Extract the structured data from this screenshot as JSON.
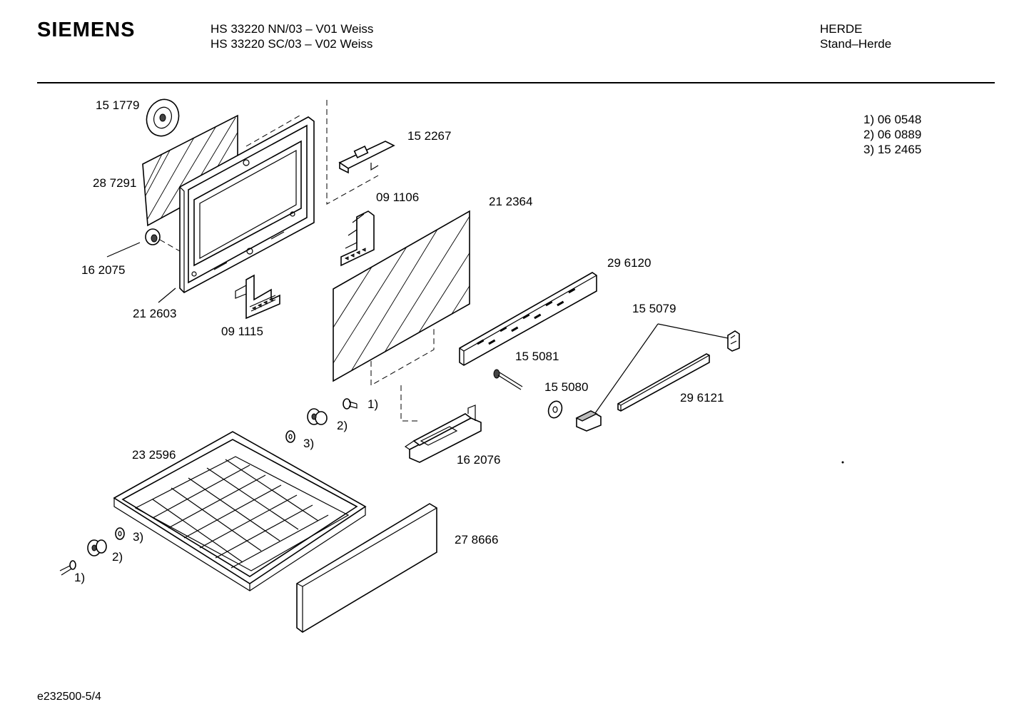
{
  "header": {
    "brand": "SIEMENS",
    "model_lines": [
      "HS 33220 NN/03 – V01 Weiss",
      "HS 33220 SC/03 – V02 Weiss"
    ],
    "category": "HERDE",
    "subcategory": "Stand–Herde"
  },
  "footnotes": [
    "1) 06 0548",
    "2) 06 0889",
    "3) 15 2465"
  ],
  "part_labels": {
    "p151779": "15 1779",
    "p287291": "28 7291",
    "p162075": "16 2075",
    "p212603": "21 2603",
    "p091115": "09 1115",
    "p152267": "15 2267",
    "p091106": "09 1106",
    "p212364": "21 2364",
    "p296120": "29 6120",
    "p155079": "15 5079",
    "p155081": "15 5081",
    "p155080": "15 5080",
    "p296121": "29 6121",
    "p162076": "16 2076",
    "p232596": "23 2596",
    "p278666": "27 8666"
  },
  "callouts": {
    "c1a": "1)",
    "c2a": "2)",
    "c3a": "3)",
    "c1b": "1)",
    "c2b": "2)",
    "c3b": "3)"
  },
  "footer": {
    "drawing_code": "e232500-5/4"
  }
}
